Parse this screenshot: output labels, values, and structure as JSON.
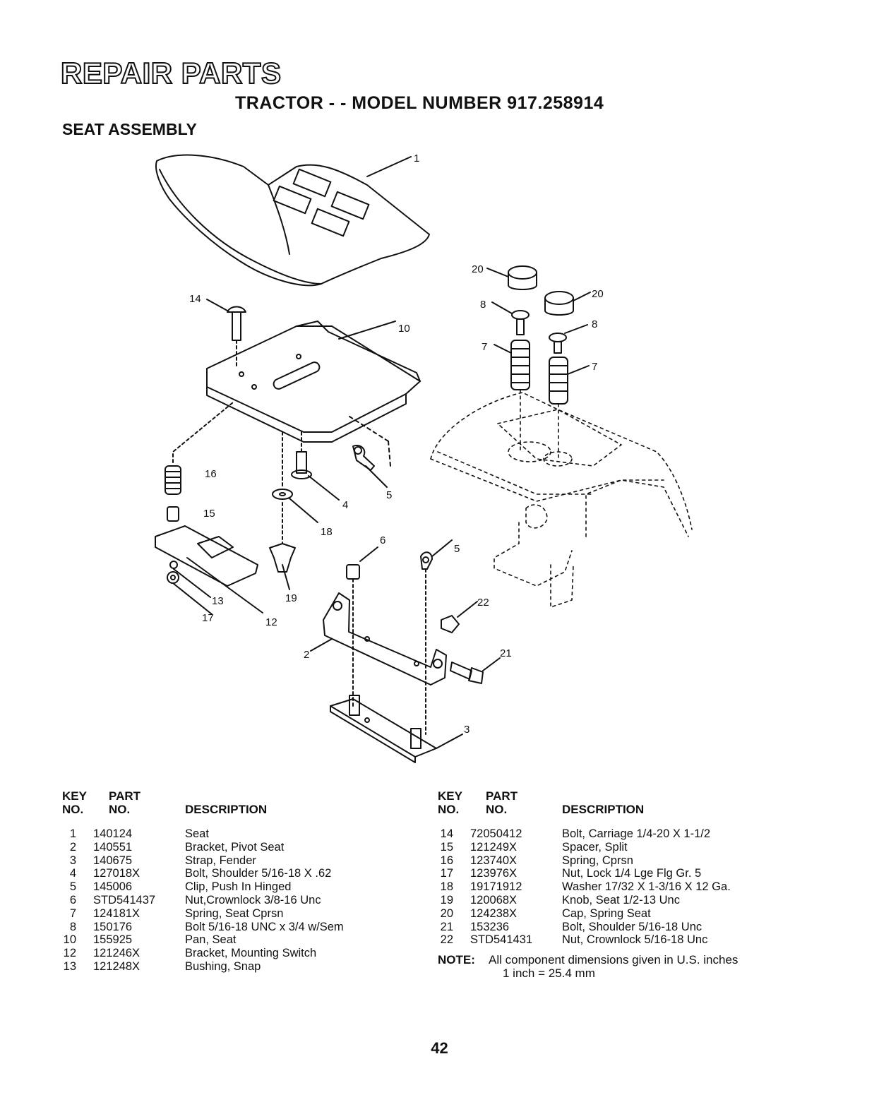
{
  "header": {
    "title": "REPAIR PARTS",
    "subtitle": "TRACTOR - - MODEL NUMBER 917.258914",
    "section": "SEAT ASSEMBLY"
  },
  "diagram_labels": [
    "1",
    "14",
    "10",
    "20",
    "20",
    "8",
    "8",
    "7",
    "7",
    "16",
    "15",
    "4",
    "5",
    "18",
    "6",
    "5",
    "19",
    "13",
    "17",
    "12",
    "22",
    "2",
    "21",
    "3"
  ],
  "table_headers": {
    "key": "KEY",
    "no": "NO.",
    "part": "PART",
    "part_no": "NO.",
    "description": "DESCRIPTION"
  },
  "parts_left": [
    {
      "key": "1",
      "part": "140124",
      "desc": "Seat"
    },
    {
      "key": "2",
      "part": "140551",
      "desc": "Bracket, Pivot Seat"
    },
    {
      "key": "3",
      "part": "140675",
      "desc": "Strap, Fender"
    },
    {
      "key": "4",
      "part": "127018X",
      "desc": "Bolt, Shoulder  5/16-18 X .62"
    },
    {
      "key": "5",
      "part": "145006",
      "desc": "Clip, Push In Hinged"
    },
    {
      "key": "6",
      "part": "STD541437",
      "desc": "Nut,Crownlock  3/8-16 Unc"
    },
    {
      "key": "7",
      "part": "124181X",
      "desc": "Spring, Seat Cprsn"
    },
    {
      "key": "8",
      "part": "150176",
      "desc": "Bolt  5/16-18 UNC x 3/4 w/Sem"
    },
    {
      "key": "10",
      "part": "155925",
      "desc": "Pan, Seat"
    },
    {
      "key": "12",
      "part": "121246X",
      "desc": "Bracket, Mounting Switch"
    },
    {
      "key": "13",
      "part": "121248X",
      "desc": "Bushing, Snap"
    }
  ],
  "parts_right": [
    {
      "key": "14",
      "part": "72050412",
      "desc": "Bolt, Carriage  1/4-20 X 1-1/2"
    },
    {
      "key": "15",
      "part": "121249X",
      "desc": "Spacer, Split"
    },
    {
      "key": "16",
      "part": "123740X",
      "desc": "Spring, Cprsn"
    },
    {
      "key": "17",
      "part": "123976X",
      "desc": "Nut, Lock  1/4 Lge Flg Gr. 5"
    },
    {
      "key": "18",
      "part": "19171912",
      "desc": "Washer  17/32 X 1-3/16 X 12 Ga."
    },
    {
      "key": "19",
      "part": "120068X",
      "desc": "Knob, Seat  1/2-13 Unc"
    },
    {
      "key": "20",
      "part": "124238X",
      "desc": "Cap, Spring Seat"
    },
    {
      "key": "21",
      "part": "153236",
      "desc": "Bolt, Shoulder  5/16-18 Unc"
    },
    {
      "key": "22",
      "part": "STD541431",
      "desc": "Nut, Crownlock  5/16-18 Unc"
    }
  ],
  "note": {
    "label": "NOTE:",
    "line1": "All component dimensions given in U.S. inches",
    "line2": "1 inch = 25.4 mm"
  },
  "page_number": "42"
}
